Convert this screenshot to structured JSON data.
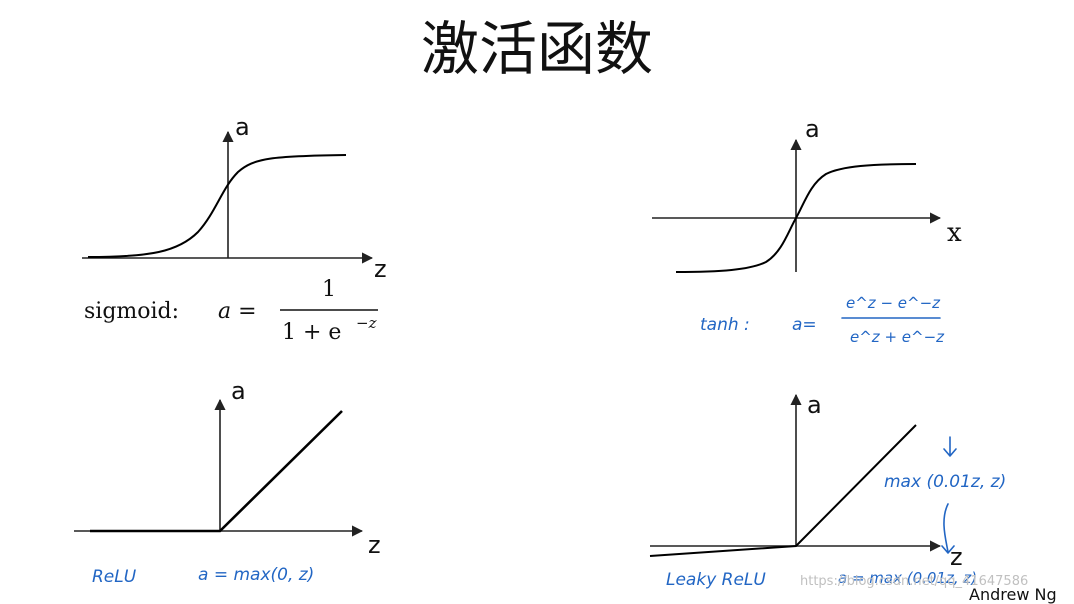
{
  "title": "激活函数",
  "panels": {
    "sigmoid": {
      "y_axis_label": "a",
      "x_axis_label": "z",
      "formula_prefix": "sigmoid:",
      "formula_lhs": "a =",
      "formula_numerator": "1",
      "formula_denominator": "1 + e",
      "formula_exponent": "−z"
    },
    "tanh": {
      "y_axis_label": "a",
      "x_axis_label": "x",
      "handwritten_name": "tanh :",
      "handwritten_lhs": "a=",
      "handwritten_numerator": "e^z − e^−z",
      "handwritten_denominator": "e^z + e^−z"
    },
    "relu": {
      "y_axis_label": "a",
      "x_axis_label": "z",
      "handwritten_name": "ReLU",
      "handwritten_formula": "a = max(0, z)"
    },
    "leaky_relu": {
      "y_axis_label": "a",
      "x_axis_label": "z",
      "handwritten_annotation": "max (0.01z, z)",
      "handwritten_name": "Leaky ReLU",
      "handwritten_formula": "a = max (0.01z, z)"
    }
  },
  "watermark": "https://blog.csdn.net/qq_41647586",
  "credit": "Andrew Ng",
  "colors": {
    "ink": "#2266c4",
    "axes": "#222222",
    "watermark": "#c0c0c0"
  }
}
